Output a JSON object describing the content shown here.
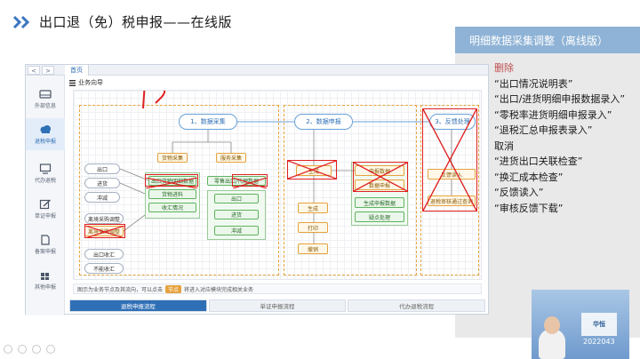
{
  "slide": {
    "title": "出口退（免）税申报——在线版"
  },
  "right_panel": {
    "heading": "明细数据采集调整（离线版）",
    "delete_label": "删除",
    "delete_items": [
      "“出口情况说明表”",
      "“出口/进货明细申报数据录入”",
      "“零税率进货明细申报录入”",
      "“退税汇总申报表录入”"
    ],
    "cancel_label": "取消",
    "cancel_items": [
      "“进货出口关联检查”",
      "“换汇成本检查”",
      "“反馈读入”",
      "“审核反馈下载”"
    ]
  },
  "app": {
    "home_tab": "首页",
    "nav_prev": "<",
    "nav_next": ">",
    "content_title": "业务向导",
    "sidebar": [
      {
        "label": "外部信息",
        "icon": "drive-icon"
      },
      {
        "label": "退税申报",
        "icon": "cloud-icon"
      },
      {
        "label": "代办退税",
        "icon": "monitor-icon"
      },
      {
        "label": "单证申报",
        "icon": "edit-icon"
      },
      {
        "label": "备案申报",
        "icon": "file-icon"
      },
      {
        "label": "其他申报",
        "icon": "puzzle-icon"
      }
    ],
    "flow": {
      "step1": "1、数据采集",
      "step2": "2、数据申报",
      "step3": "3、反馈处理",
      "goods_collect": "货物采集",
      "service_collect": "服务采集",
      "left_items": [
        "出口",
        "进货",
        "冲减"
      ],
      "left_items2": [
        "离境采购调整"
      ],
      "goods_items": [
        "出口货物明细数据",
        "货物进料",
        "收汇情况"
      ],
      "service_items": [
        "零售出口/代理数据"
      ],
      "service_sub": [
        "出口",
        "进货",
        "冲减"
      ],
      "bottom_left": [
        "出口收汇",
        "不能收汇"
      ],
      "goods_adj": "离境采购调整",
      "mid_items": [
        "生成",
        "打印",
        "撤销"
      ],
      "mid_right": [
        "申报数据",
        "数据申报",
        "生成申报数据",
        "疑点处理"
      ],
      "step3_items": [
        "反馈读入",
        "退税审核通过查询"
      ],
      "handwrite": "1 P"
    },
    "foot_note_pre": "图示为业务节点及其流向，可以点击",
    "foot_chip": "节点",
    "foot_note_post": "将进入对应模块完成相关业务",
    "bottom_tabs": [
      "退税申报流程",
      "单证申报流程",
      "代办退税流程"
    ]
  },
  "video": {
    "logo_text": "华恒",
    "code_text": "2022043"
  }
}
